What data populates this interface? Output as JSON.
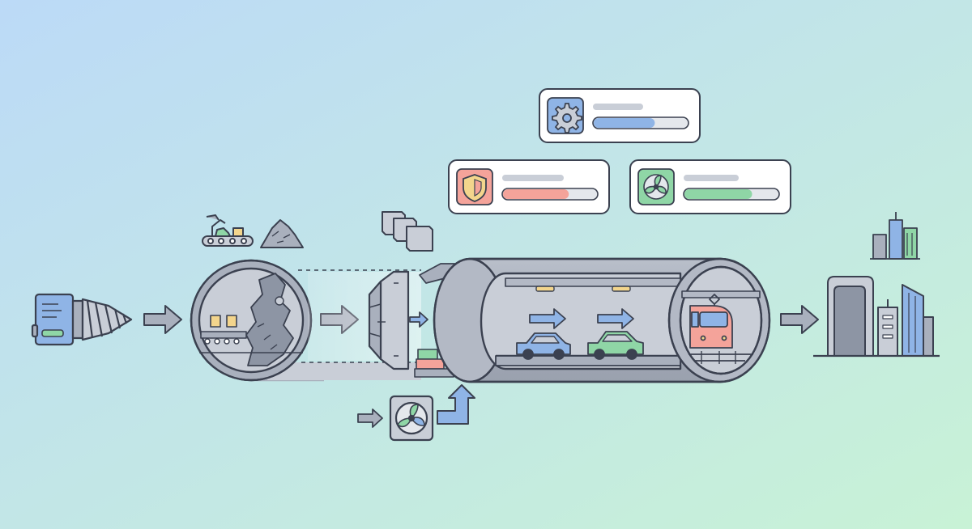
{
  "diagram": {
    "stages": [
      {
        "id": "tunnel-boring-machine",
        "icon": "drill-machine-icon"
      },
      {
        "id": "excavation",
        "icon": "excavation-cross-section-icon"
      },
      {
        "id": "tunnel-lining",
        "icon": "lining-segments-icon"
      },
      {
        "id": "completed-tunnel",
        "icon": "tunnel-traffic-icon"
      },
      {
        "id": "city-destination",
        "icon": "city-skyline-icon"
      }
    ],
    "status_cards": [
      {
        "id": "operations",
        "icon": "gear-icon",
        "progress": 0.65,
        "accent": "#8fb4e6"
      },
      {
        "id": "safety",
        "icon": "shield-icon",
        "progress": 0.7,
        "accent": "#f4a39a"
      },
      {
        "id": "ventilation",
        "icon": "fan-icon",
        "progress": 0.72,
        "accent": "#8fd6a6"
      }
    ],
    "colors": {
      "outline": "#3b4150",
      "tunnel_gray": "#a9b0bd",
      "tunnel_light": "#c9ced7",
      "blue": "#8fb4e6",
      "red": "#f4a39a",
      "green": "#8fd6a6",
      "yellow": "#f3d58c",
      "bg_start": "#bcdaf7",
      "bg_end": "#c8f2d6"
    }
  }
}
